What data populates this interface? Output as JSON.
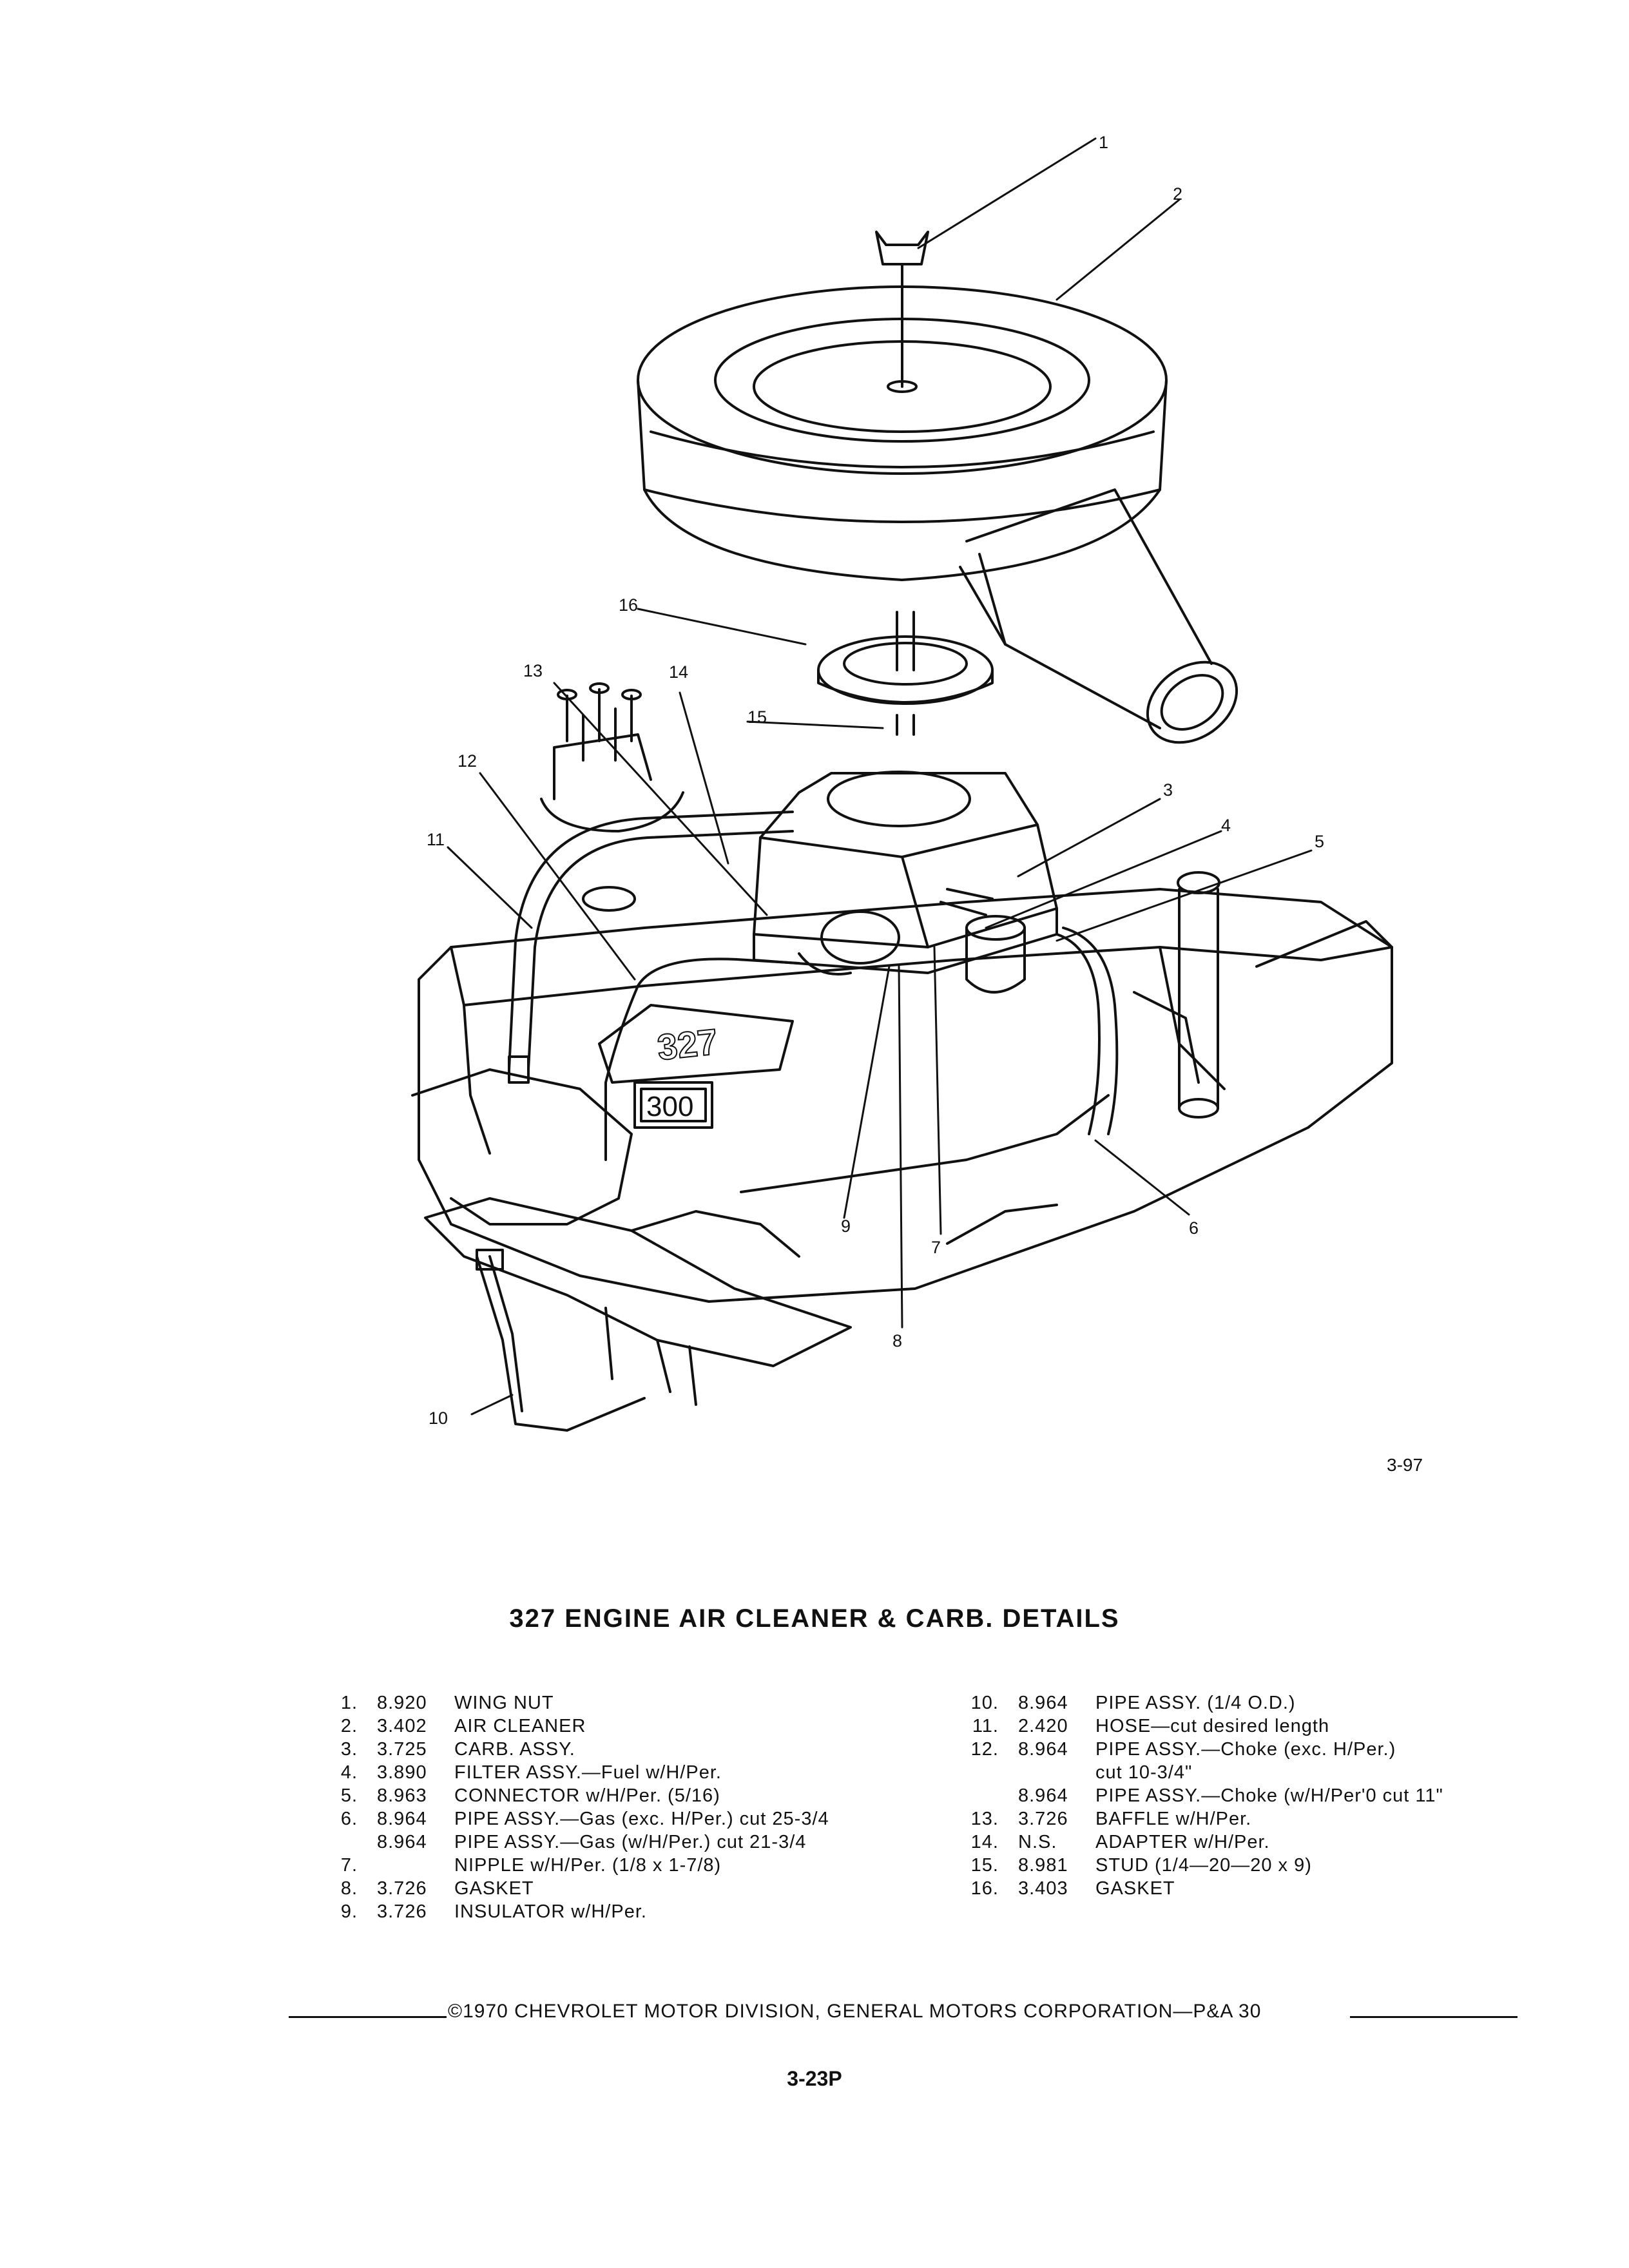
{
  "callouts": [
    "1",
    "2",
    "3",
    "4",
    "5",
    "6",
    "7",
    "8",
    "9",
    "10",
    "11",
    "12",
    "13",
    "14",
    "15",
    "16"
  ],
  "emblems": {
    "engine_327": "327",
    "hp_300": "300"
  },
  "figure_number": "3-97",
  "title": "327 ENGINE AIR CLEANER & CARB. DETAILS",
  "parts_left": [
    {
      "num": "1.",
      "code": "8.920",
      "desc": "WING NUT"
    },
    {
      "num": "2.",
      "code": "3.402",
      "desc": "AIR CLEANER"
    },
    {
      "num": "3.",
      "code": "3.725",
      "desc": "CARB. ASSY."
    },
    {
      "num": "4.",
      "code": "3.890",
      "desc": "FILTER ASSY.—Fuel w/H/Per."
    },
    {
      "num": "5.",
      "code": "8.963",
      "desc": "CONNECTOR w/H/Per. (5/16)"
    },
    {
      "num": "6.",
      "code": "8.964",
      "desc": "PIPE ASSY.—Gas (exc. H/Per.) cut 25-3/4"
    },
    {
      "num": "",
      "code": "8.964",
      "desc": "PIPE ASSY.—Gas (w/H/Per.) cut 21-3/4"
    },
    {
      "num": "7.",
      "code": "",
      "desc": "NIPPLE w/H/Per. (1/8 x 1-7/8)"
    },
    {
      "num": "8.",
      "code": "3.726",
      "desc": "GASKET"
    },
    {
      "num": "9.",
      "code": "3.726",
      "desc": "INSULATOR w/H/Per."
    }
  ],
  "parts_right": [
    {
      "num": "10.",
      "code": "8.964",
      "desc": "PIPE ASSY. (1/4 O.D.)"
    },
    {
      "num": "11.",
      "code": "2.420",
      "desc": "HOSE—cut desired length"
    },
    {
      "num": "12.",
      "code": "8.964",
      "desc": "PIPE ASSY.—Choke (exc. H/Per.)"
    },
    {
      "num": "",
      "code": "",
      "desc": "cut 10-3/4\""
    },
    {
      "num": "",
      "code": "8.964",
      "desc": "PIPE ASSY.—Choke (w/H/Per'0 cut 11\""
    },
    {
      "num": "13.",
      "code": "3.726",
      "desc": "BAFFLE w/H/Per."
    },
    {
      "num": "14.",
      "code": "N.S.",
      "desc": "ADAPTER w/H/Per."
    },
    {
      "num": "15.",
      "code": "8.981",
      "desc": "STUD (1/4—20—20 x 9)"
    },
    {
      "num": "16.",
      "code": "3.403",
      "desc": "GASKET"
    }
  ],
  "footer": "©1970 CHEVROLET MOTOR DIVISION, GENERAL MOTORS CORPORATION—P&A 30",
  "page_number": "3-23P"
}
